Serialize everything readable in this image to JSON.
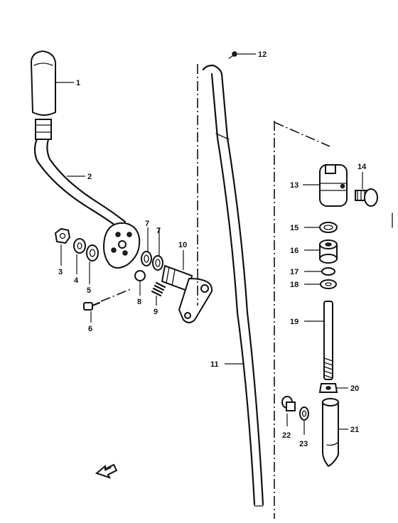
{
  "callouts": [
    {
      "id": "c1",
      "label": "1"
    },
    {
      "id": "c2",
      "label": "2"
    },
    {
      "id": "c3",
      "label": "3"
    },
    {
      "id": "c4",
      "label": "4"
    },
    {
      "id": "c5",
      "label": "5"
    },
    {
      "id": "c6",
      "label": "6"
    },
    {
      "id": "c7a",
      "label": "7"
    },
    {
      "id": "c7b",
      "label": "7"
    },
    {
      "id": "c8",
      "label": "8"
    },
    {
      "id": "c9",
      "label": "9"
    },
    {
      "id": "c10",
      "label": "10"
    },
    {
      "id": "c11",
      "label": "11"
    },
    {
      "id": "c12",
      "label": "12"
    },
    {
      "id": "c13",
      "label": "13"
    },
    {
      "id": "c14",
      "label": "14"
    },
    {
      "id": "c15",
      "label": "15"
    },
    {
      "id": "c16",
      "label": "16"
    },
    {
      "id": "c17",
      "label": "17"
    },
    {
      "id": "c18",
      "label": "18"
    },
    {
      "id": "c19",
      "label": "19"
    },
    {
      "id": "c20",
      "label": "20"
    },
    {
      "id": "c21",
      "label": "21"
    },
    {
      "id": "c22",
      "label": "22"
    },
    {
      "id": "c23",
      "label": "23"
    }
  ],
  "icons": {
    "front_arrow": "front-direction-arrow-icon"
  },
  "colors": {
    "line": "#111111",
    "background": "#ffffff"
  }
}
